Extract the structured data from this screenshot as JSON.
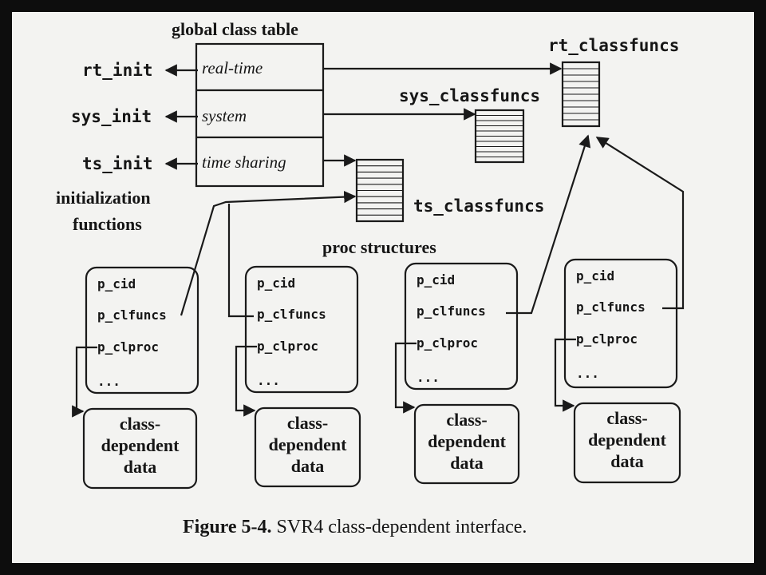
{
  "title": "global class table",
  "class_table_rows": [
    {
      "label": "real-time",
      "init": "rt_init"
    },
    {
      "label": "system",
      "init": "sys_init"
    },
    {
      "label": "time sharing",
      "init": "ts_init"
    }
  ],
  "init_label": [
    "initialization",
    "functions"
  ],
  "classfuncs": {
    "rt": "rt_classfuncs",
    "sys": "sys_classfuncs",
    "ts": "ts_classfuncs"
  },
  "proc_label": "proc structures",
  "proc_fields": [
    "p_cid",
    "p_clfuncs",
    "p_clproc",
    "..."
  ],
  "class_data": [
    "class-",
    "dependent",
    "data"
  ],
  "caption": {
    "bold": "Figure 5-4.",
    "text": " SVR4 class-dependent interface."
  }
}
